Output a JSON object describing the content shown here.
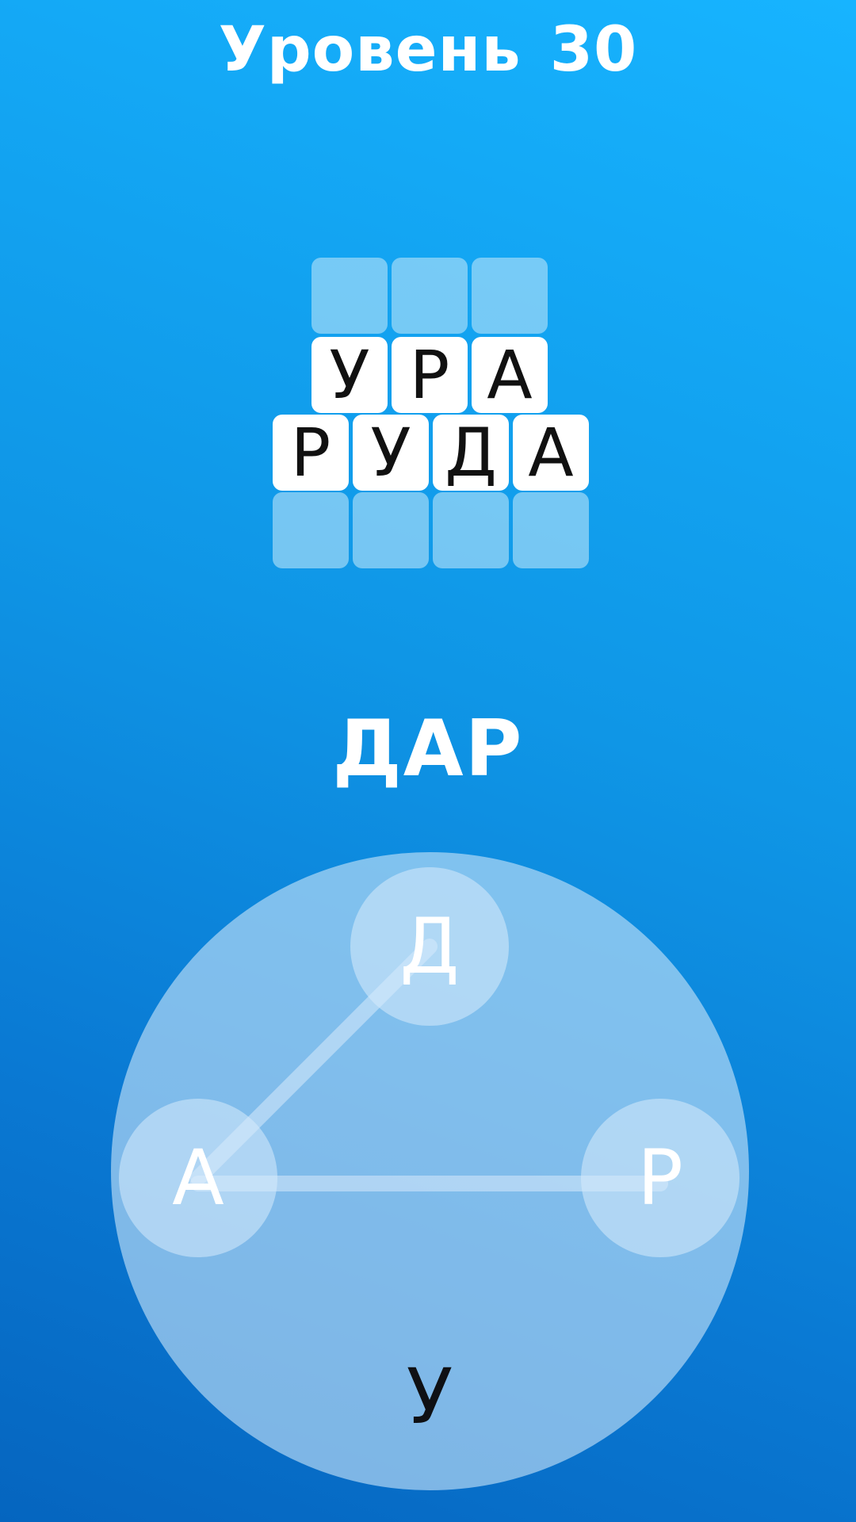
{
  "header": {
    "level_label": "Уровень",
    "level_number": "30"
  },
  "crossword": {
    "rows": [
      {
        "word": "",
        "letters": [
          "",
          "",
          ""
        ],
        "solved": false
      },
      {
        "word": "УРА",
        "letters": [
          "У",
          "Р",
          "А"
        ],
        "solved": true
      },
      {
        "word": "РУДА",
        "letters": [
          "Р",
          "У",
          "Д",
          "А"
        ],
        "solved": true
      },
      {
        "word": "",
        "letters": [
          "",
          "",
          "",
          ""
        ],
        "solved": false
      }
    ]
  },
  "current_word": "ДАР",
  "wheel": {
    "letters": [
      {
        "char": "Д",
        "selected": true
      },
      {
        "char": "А",
        "selected": true
      },
      {
        "char": "Р",
        "selected": true
      },
      {
        "char": "У",
        "selected": false
      }
    ]
  }
}
